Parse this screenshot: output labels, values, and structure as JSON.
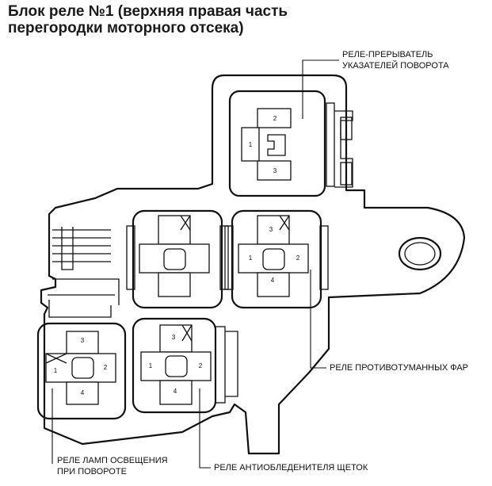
{
  "title": {
    "line1": "Блок реле №1 (верхняя правая часть",
    "line2": "перегородки моторного отсека)"
  },
  "callouts": {
    "turn_signal_flasher": {
      "line1": "РЕЛЕ-ПРЕРЫВАТЕЛЬ",
      "line2": "УКАЗАТЕЛЕЙ ПОВОРОТА"
    },
    "fog_lamp_relay": "РЕЛЕ ПРОТИВОТУМАННЫХ ФАР",
    "cornering_lamp_relay": {
      "line1": "РЕЛЕ ЛАМП ОСВЕЩЕНИЯ",
      "line2": "ПРИ ПОВОРОТЕ"
    },
    "wiper_deicer_relay": "РЕЛЕ АНТИОБЛЕДЕНИТЕЛЯ ЩЕТОК"
  },
  "pins": {
    "p1": "1",
    "p2": "2",
    "p3": "3",
    "p4": "4"
  }
}
